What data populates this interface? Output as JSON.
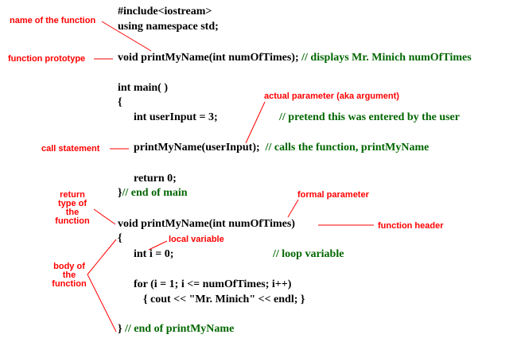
{
  "code": {
    "l1": "#include<iostream>",
    "l2": "using namespace std;",
    "l3": "void printMyName(int numOfTimes); ",
    "l3_comment": "// displays Mr. Minich numOfTimes",
    "l4": "int main( )",
    "l5": "{",
    "l6": "int userInput = 3;",
    "l6_comment": "// pretend this was entered by the user",
    "l7": "printMyName(userInput);  ",
    "l7_comment": "// calls the function, printMyName",
    "l8": "return 0;",
    "l9": "}",
    "l9_comment": "// end of main",
    "l10": "void printMyName(int numOfTimes)",
    "l11": "{",
    "l12": "int i = 0;",
    "l12_comment": "// loop variable",
    "l13": "for (i = 1; i <= numOfTimes; i++)",
    "l14": "{ cout << \"Mr. Minich\" << endl; }",
    "l15": "}",
    "l15_comment": " // end of printMyName"
  },
  "labels": {
    "name_of_function": "name of the function",
    "function_prototype": "function prototype",
    "actual_parameter": "actual parameter (aka argument)",
    "call_statement": "call statement",
    "return_type_1": "return",
    "return_type_2": "type of",
    "return_type_3": "the",
    "return_type_4": "function",
    "formal_parameter": "formal parameter",
    "function_header": "function header",
    "local_variable": "local variable",
    "body_1": "body of",
    "body_2": "the",
    "body_3": "function"
  },
  "colors": {
    "code": "#000000",
    "comment": "#006600",
    "annotation": "#ff0000"
  }
}
